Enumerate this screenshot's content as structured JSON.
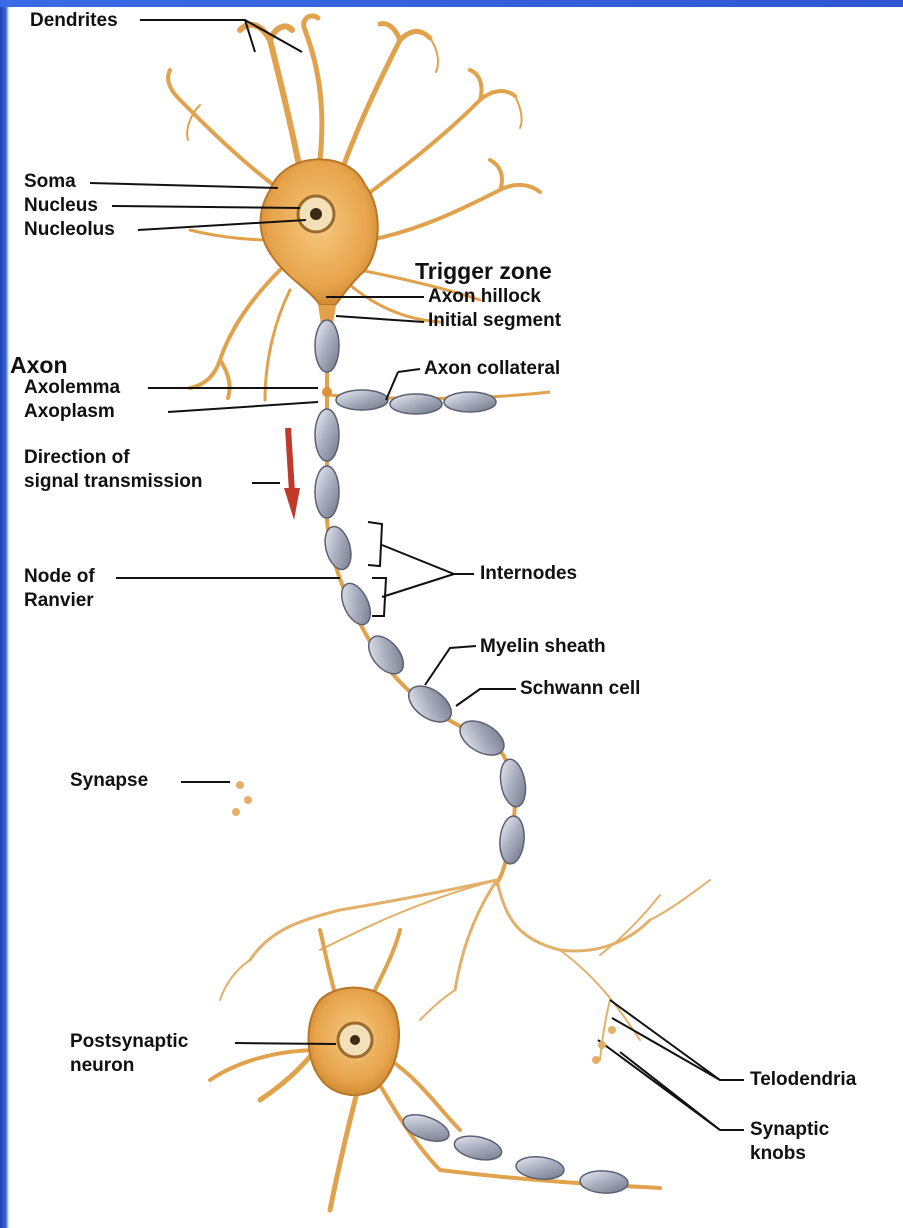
{
  "labels": {
    "dendrites": "Dendrites",
    "soma": "Soma",
    "nucleus": "Nucleus",
    "nucleolus": "Nucleolus",
    "trigger_zone": "Trigger zone",
    "axon_hillock": "Axon hillock",
    "initial_segment": "Initial segment",
    "axon": "Axon",
    "axolemma": "Axolemma",
    "axoplasm": "Axoplasm",
    "axon_collateral": "Axon collateral",
    "direction_line1": "Direction of",
    "direction_line2": "signal transmission",
    "node_line1": "Node of",
    "node_line2": "Ranvier",
    "internodes": "Internodes",
    "myelin_sheath": "Myelin sheath",
    "schwann_cell": "Schwann cell",
    "synapse": "Synapse",
    "postsynaptic_line1": "Postsynaptic",
    "postsynaptic_line2": "neuron",
    "telodendria": "Telodendria",
    "synaptic_line1": "Synaptic",
    "synaptic_line2": "knobs"
  },
  "colors": {
    "neuron_body": "#e3a24a",
    "neuron_fill": "#f0b865",
    "myelin": "#b8bccb",
    "leader_line": "#111111",
    "arrow": "#c0392b",
    "frame_blue": "#2f57d3"
  }
}
